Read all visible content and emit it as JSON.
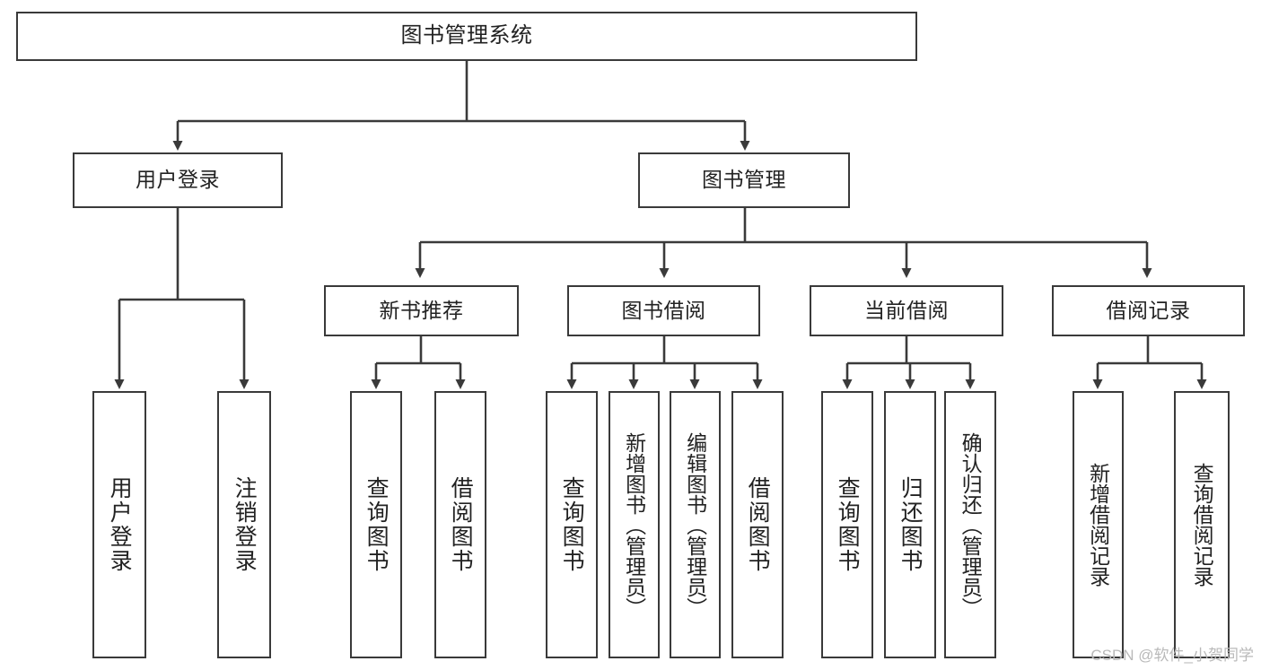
{
  "diagram": {
    "type": "tree-hierarchy-diagram",
    "title": "图书管理系统",
    "orientation": "top-down",
    "levels": 4,
    "nodes": {
      "root": {
        "label": "图书管理系统"
      },
      "level2": [
        {
          "label": "用户登录"
        },
        {
          "label": "图书管理"
        }
      ],
      "level3": [
        {
          "label": "新书推荐"
        },
        {
          "label": "图书借阅"
        },
        {
          "label": "当前借阅"
        },
        {
          "label": "借阅记录"
        }
      ],
      "leaves": {
        "user_login": [
          {
            "label": "用户登录"
          },
          {
            "label": "注销登录"
          }
        ],
        "new_book_recommend": [
          {
            "label": "查询图书"
          },
          {
            "label": "借阅图书"
          }
        ],
        "book_borrow": [
          {
            "label": "查询图书"
          },
          {
            "label": "新增图书（管理员）"
          },
          {
            "label": "编辑图书（管理员）"
          },
          {
            "label": "借阅图书"
          }
        ],
        "current_borrow": [
          {
            "label": "查询图书"
          },
          {
            "label": "归还图书"
          },
          {
            "label": "确认归还（管理员）"
          }
        ],
        "borrow_record": [
          {
            "label": "新增借阅记录"
          },
          {
            "label": "查询借阅记录"
          }
        ]
      }
    },
    "colors": {
      "stroke": "#3a3a3a",
      "fill": "#ffffff",
      "text": "#222222",
      "watermark": "#b9b9b9"
    }
  },
  "watermark": {
    "text": "CSDN @软件_小贺同学"
  }
}
